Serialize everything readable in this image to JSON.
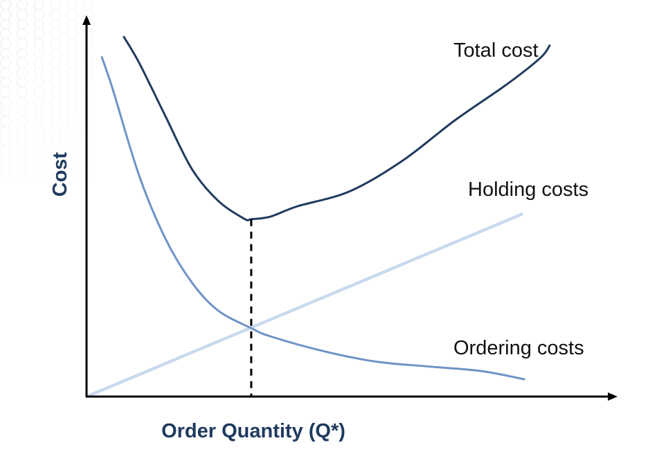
{
  "chart_data": {
    "type": "line",
    "title": "",
    "xlabel": "Order Quantity (Q*)",
    "ylabel": "Cost",
    "xlim": [
      0,
      10
    ],
    "ylim": [
      0,
      10
    ],
    "grid": false,
    "legend": "none (series labeled directly on the chart)",
    "optimum": {
      "x": 3.13,
      "y_total": 4.72,
      "y_cross": 1.82
    },
    "series": [
      {
        "name": "Total cost",
        "color": "#1f3a5f",
        "points": [
          [
            0.71,
            9.57
          ],
          [
            1.0,
            8.88
          ],
          [
            1.5,
            7.46
          ],
          [
            2.0,
            6.06
          ],
          [
            2.5,
            5.21
          ],
          [
            3.0,
            4.73
          ],
          [
            3.13,
            4.72
          ],
          [
            3.5,
            4.79
          ],
          [
            4.0,
            5.06
          ],
          [
            5.0,
            5.46
          ],
          [
            6.0,
            6.27
          ],
          [
            7.0,
            7.35
          ],
          [
            8.0,
            8.32
          ],
          [
            8.63,
            9.02
          ],
          [
            8.8,
            9.34
          ]
        ]
      },
      {
        "name": "Holding costs",
        "color": "#b9cfe8",
        "points": [
          [
            0.0,
            0.0
          ],
          [
            8.27,
            4.85
          ]
        ]
      },
      {
        "name": "Ordering costs",
        "color": "#6d93c7",
        "points": [
          [
            0.29,
            9.03
          ],
          [
            0.5,
            8.17
          ],
          [
            1.0,
            5.88
          ],
          [
            1.5,
            4.2
          ],
          [
            2.0,
            3.04
          ],
          [
            2.5,
            2.29
          ],
          [
            3.13,
            1.82
          ],
          [
            3.5,
            1.6
          ],
          [
            4.5,
            1.21
          ],
          [
            5.5,
            0.93
          ],
          [
            6.5,
            0.8
          ],
          [
            7.5,
            0.68
          ],
          [
            8.32,
            0.46
          ]
        ]
      }
    ]
  }
}
